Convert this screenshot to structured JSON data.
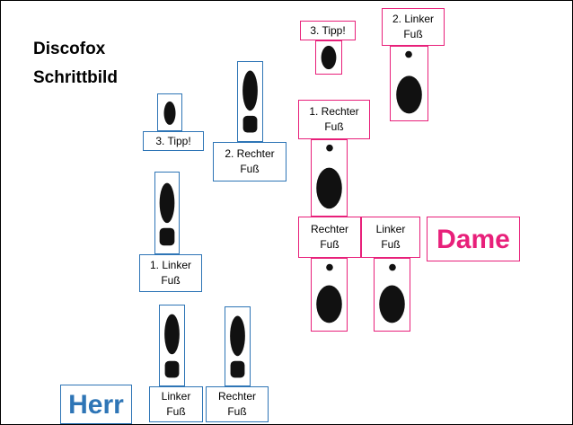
{
  "title": {
    "line1": "Discofox",
    "line2": "Schrittbild"
  },
  "labels": {
    "herr": "Herr",
    "dame": "Dame",
    "herr_tipp": "3. Tipp!",
    "herr_rechter_2": "2. Rechter\nFuß",
    "herr_linker_1": "1. Linker\nFuß",
    "herr_linker_start": "Linker\nFuß",
    "herr_rechter_start": "Rechter\nFuß",
    "dame_tipp": "3. Tipp!",
    "dame_linker_2": "2. Linker\nFuß",
    "dame_rechter_1": "1. Rechter\nFuß",
    "dame_rechter_start": "Rechter\nFuß",
    "dame_linker_start": "Linker\nFuß"
  },
  "colors": {
    "herr": "#2e75b6",
    "dame": "#e8207a",
    "footprint": "#111111"
  }
}
